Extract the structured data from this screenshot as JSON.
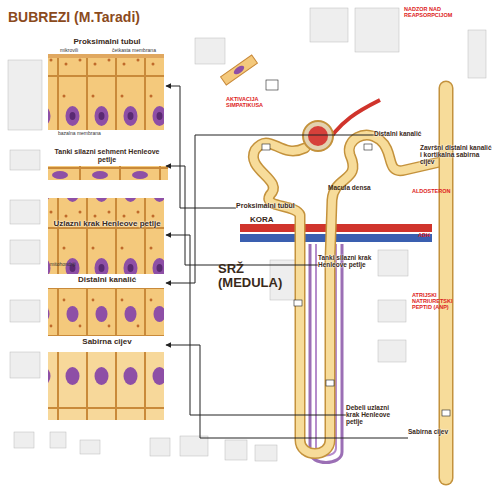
{
  "diagram": {
    "title": "BUBREZI (M.Taradi)",
    "nodes": [
      {
        "text": [
          "Proksimalni tubul"
        ]
      },
      {
        "text": [
          "Tanki silazni sehment Henleove petlje"
        ]
      },
      {
        "text": [
          "Uzlazni krak Henleove petlje"
        ]
      },
      {
        "text": [
          "Distalni kanalić"
        ]
      },
      {
        "text": [
          "Sabirna cijev"
        ]
      },
      {
        "text": [
          "Proksimalni tubul"
        ]
      },
      {
        "text": [
          "Tanki silazni krak Henleove petlje"
        ]
      },
      {
        "text": [
          "Debeli uzlazni krak Henleove petlje"
        ]
      },
      {
        "text": [
          "Distalni kanalić"
        ]
      },
      {
        "text": [
          "Završni distalni kanalić i kortikalna sabirna cijev"
        ]
      },
      {
        "text": [
          "Sabirna cijev"
        ]
      }
    ],
    "edges": [
      {
        "from": 5,
        "to": 0,
        "arrow": "to"
      },
      {
        "from": 6,
        "to": 1,
        "arrow": "to"
      },
      {
        "from": 7,
        "to": 2,
        "arrow": "to"
      },
      {
        "from": 8,
        "to": 3,
        "arrow": "to"
      },
      {
        "from": 10,
        "to": 4,
        "arrow": "to"
      }
    ],
    "labels": [
      "KORA",
      "SRŽ (MEDULA)",
      "Macula densa",
      "AKTIVACIJA SIMPATIKUSA",
      "NADZOR NAD REAPSORPCIJOM",
      "ALDOSTERON",
      "ADH",
      "ATRIJSKI NATRIURETSKI PEPTID (ANP)",
      "mikrovili",
      "četkasta membrana",
      "bazalna membrana",
      "mitohondriji"
    ]
  }
}
